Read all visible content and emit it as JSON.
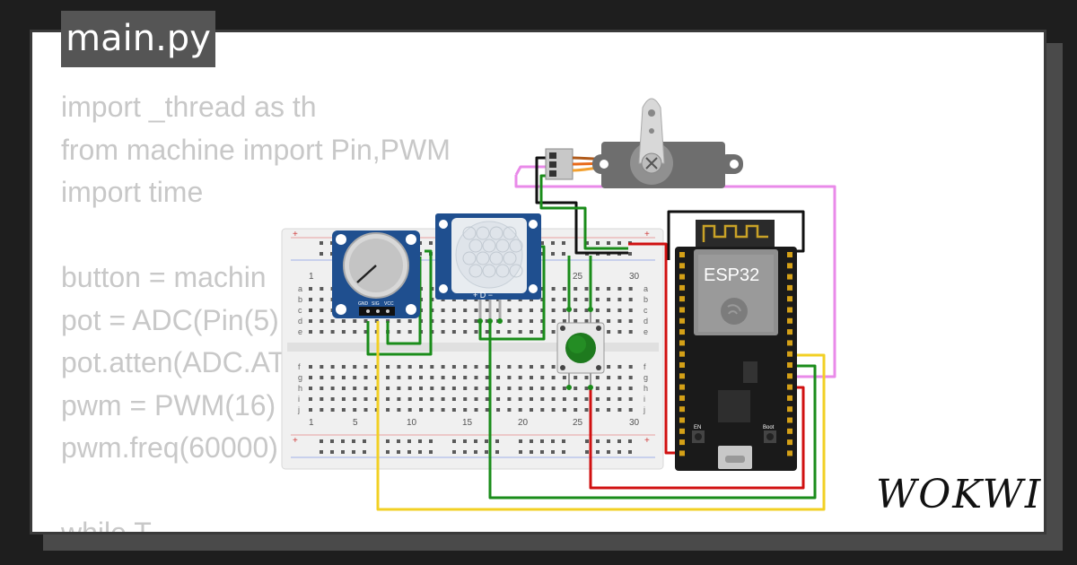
{
  "file_tab": "main.py",
  "code_lines": [
    "import _thread as th",
    "from machine import Pin,PWM",
    "import time",
    "",
    "button = machin",
    "pot = ADC(Pin(5)",
    "pot.atten(ADC.AT",
    "pwm = PWM(16)",
    "pwm.freq(60000)",
    "",
    "while T"
  ],
  "brand_logo": "WOKWI",
  "components": {
    "esp32_label": "ESP32",
    "servo": "servo",
    "potentiometer_pins": [
      "GND",
      "SIG",
      "VCC"
    ],
    "pir_pins": "+ D −",
    "esp32_button_labels": [
      "EN",
      "Boot"
    ]
  },
  "breadboard": {
    "row_labels_top": [
      "a",
      "b",
      "c",
      "d",
      "e"
    ],
    "row_labels_bottom": [
      "f",
      "g",
      "h",
      "i",
      "j"
    ],
    "column_numbers": [
      "1",
      "5",
      "10",
      "15",
      "20",
      "25",
      "30"
    ],
    "rail_sign": "+"
  },
  "colors": {
    "background": "#1e1e1e",
    "wire_green": "#1a8c1a",
    "wire_yellow": "#f2d024",
    "wire_red": "#d01010",
    "wire_pink": "#e98ae9",
    "wire_black": "#111111",
    "module_blue": "#1f4f8f",
    "board_black": "#1a1a1a"
  }
}
